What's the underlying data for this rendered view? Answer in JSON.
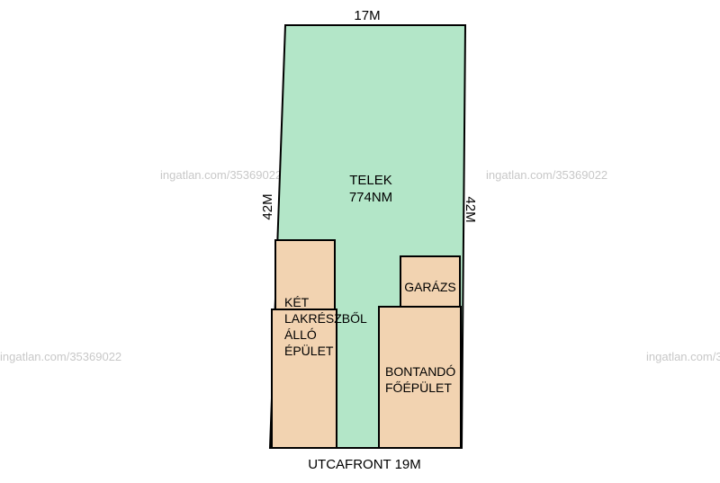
{
  "watermark": "ingatlan.com/35369022",
  "dimensions": {
    "top": "17M",
    "left": "42M",
    "right": "42M",
    "bottom": "UTCAFRONT 19M"
  },
  "plot": {
    "label_line1": "TELEK",
    "label_line2": "774NM",
    "color": "#b3e6c8"
  },
  "buildings": {
    "color": "#f2d3b1",
    "left_building": [
      "KÉT",
      "LAKRÉSZBŐL",
      "ÁLLÓ",
      "ÉPÜLET"
    ],
    "garage": "GARÁZS",
    "main_building": [
      "BONTANDÓ",
      "FŐÉPÜLET"
    ]
  }
}
